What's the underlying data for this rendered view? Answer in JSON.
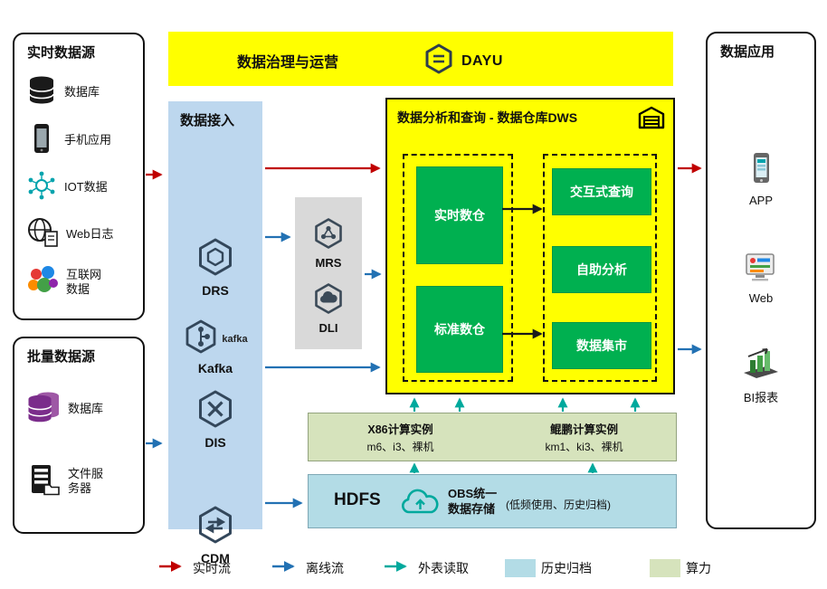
{
  "governance": {
    "title": "数据治理与运营",
    "brand": "DAYU"
  },
  "panels": {
    "realtime_sources": {
      "title": "实时数据源",
      "items": [
        {
          "label": "数据库",
          "icon": "database-icon"
        },
        {
          "label": "手机应用",
          "icon": "phone-icon"
        },
        {
          "label": "IOT数据",
          "icon": "iot-icon"
        },
        {
          "label": "Web日志",
          "icon": "web-log-icon"
        },
        {
          "label": "互联网数据",
          "icon": "internet-data-icon"
        }
      ]
    },
    "batch_sources": {
      "title": "批量数据源",
      "items": [
        {
          "label": "数据库",
          "icon": "database-icon"
        },
        {
          "label": "文件服务器",
          "icon": "file-server-icon"
        }
      ]
    },
    "applications": {
      "title": "数据应用",
      "items": [
        {
          "label": "APP",
          "icon": "app-phone-icon"
        },
        {
          "label": "Web",
          "icon": "web-app-icon"
        },
        {
          "label": "BI报表",
          "icon": "bi-report-icon"
        }
      ]
    }
  },
  "ingestion": {
    "title": "数据接入",
    "services": [
      {
        "label": "DRS"
      },
      {
        "label": "Kafka",
        "logo_text": "kafka"
      },
      {
        "label": "DIS"
      },
      {
        "label": "CDM"
      }
    ]
  },
  "processing": {
    "services": [
      {
        "label": "MRS"
      },
      {
        "label": "DLI"
      }
    ]
  },
  "dws": {
    "title": "数据分析和查询 - 数据仓库DWS",
    "warehouses": [
      {
        "label": "实时数仓"
      },
      {
        "label": "标准数仓"
      }
    ],
    "services": [
      {
        "label": "交互式查询"
      },
      {
        "label": "自助分析"
      },
      {
        "label": "数据集市"
      }
    ]
  },
  "compute": {
    "x86": {
      "title": "X86计算实例",
      "instances": "m6、i3、裸机"
    },
    "kunpeng": {
      "title": "鲲鹏计算实例",
      "instances": "km1、ki3、裸机"
    }
  },
  "storage": {
    "hdfs": "HDFS",
    "obs_title": "OBS统一数据存储",
    "obs_note": "(低频使用、历史归档)"
  },
  "legend": {
    "realtime": "实时流",
    "offline": "离线流",
    "external": "外表读取",
    "archive": "历史归档",
    "compute": "算力"
  },
  "colors": {
    "realtime_flow": "#C00000",
    "offline_flow": "#2271B3",
    "external_read": "#00A99D",
    "highlight_yellow": "#FFFF00",
    "service_green": "#00B050",
    "ingestion_bg": "#BDD7EE",
    "processing_bg": "#D9D9D9",
    "archive_bg": "#B3DCE6",
    "compute_bg": "#D6E3BC"
  }
}
